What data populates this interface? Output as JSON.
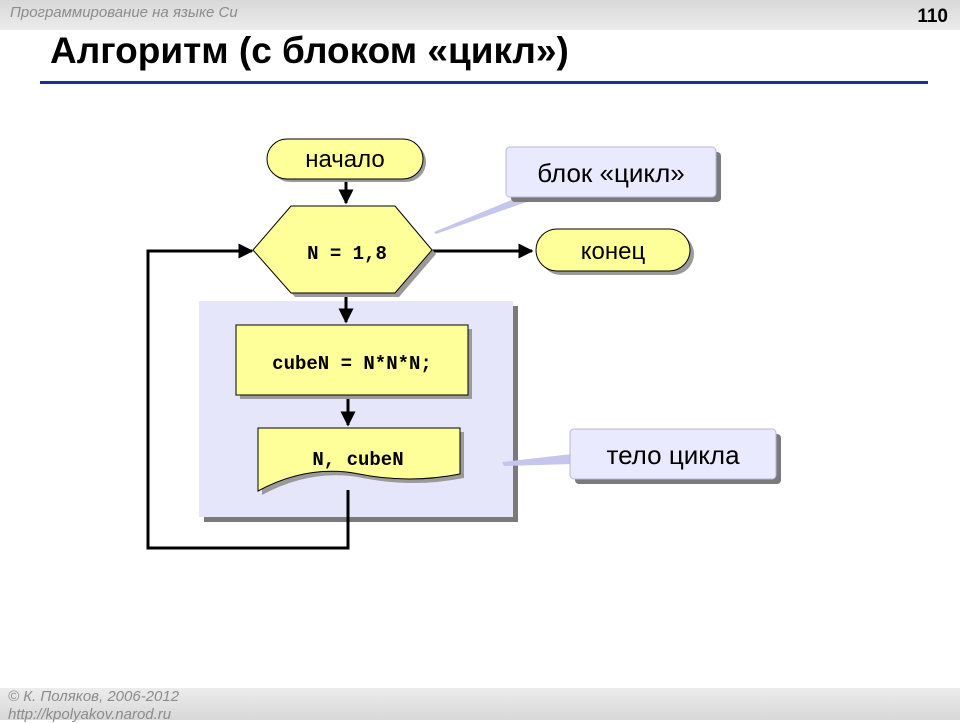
{
  "header": {
    "course_title": "Программирование на языке Си",
    "page_number": "110"
  },
  "slide": {
    "title": "Алгоритм (с блоком «цикл»)"
  },
  "flowchart": {
    "start_label": "начало",
    "loop_label": "N = 1,8",
    "end_label": "конец",
    "process_label": "cubeN = N*N*N;",
    "output_label": "N, cubeN"
  },
  "callouts": {
    "loop_block": "блок «цикл»",
    "loop_body": "тело цикла"
  },
  "footer": {
    "copyright": "© К. Поляков, 2006-2012",
    "url": "http://kpolyakov.narod.ru"
  },
  "colors": {
    "block_fill": "#ffff99",
    "body_region_fill": "#e6e6fa",
    "callout_fill": "#eaeaff",
    "title_rule": "#1e2f8c"
  }
}
